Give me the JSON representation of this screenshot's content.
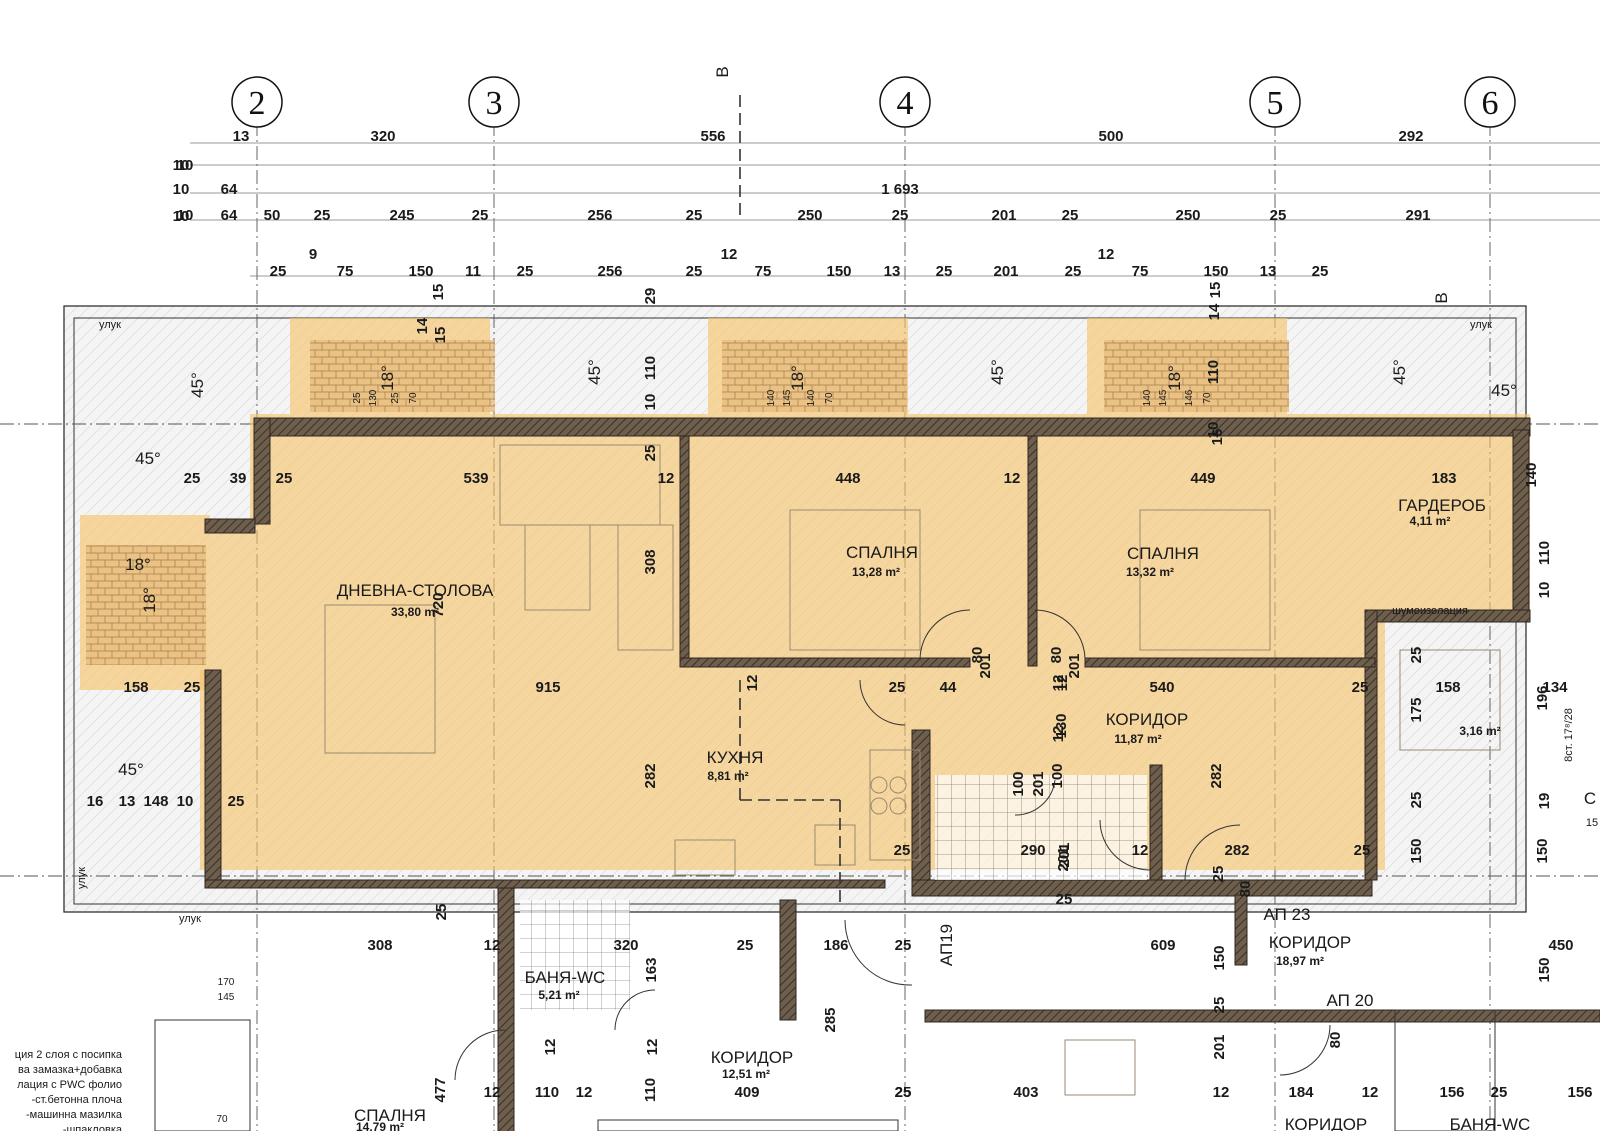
{
  "colors": {
    "highlight": "#f6c46b",
    "wall": "#5c5044",
    "tile": "#e6b878",
    "line": "#444444"
  },
  "axes": [
    "2",
    "3",
    "4",
    "5",
    "6"
  ],
  "section_marks": [
    "B",
    "B"
  ],
  "dims_row1": [
    "13",
    "320",
    "556",
    "500",
    "292"
  ],
  "dims_row2": [
    "10",
    "64",
    "1 693"
  ],
  "dims_row3": [
    "10",
    "64",
    "50",
    "25",
    "245",
    "25",
    "256",
    "25",
    "250",
    "25",
    "201",
    "25",
    "250",
    "25",
    "291"
  ],
  "dims_row4": [
    "25",
    "9",
    "75",
    "150",
    "11",
    "25",
    "256",
    "25",
    "12",
    "75",
    "150",
    "13",
    "25",
    "201",
    "25",
    "12",
    "75",
    "150",
    "13",
    "25"
  ],
  "dims_left": [
    "10",
    "10",
    "10"
  ],
  "vertical_dims": [
    "15",
    "14",
    "15",
    "29",
    "14",
    "15",
    "110",
    "10",
    "110",
    "10",
    "25",
    "308",
    "720",
    "12",
    "12",
    "130",
    "282",
    "282",
    "196",
    "175",
    "25",
    "150",
    "150",
    "25",
    "19",
    "150",
    "25",
    "150",
    "25",
    "25",
    "163",
    "285",
    "110",
    "477",
    "12",
    "12",
    "12",
    "12",
    "201",
    "201",
    "201",
    "201",
    "80",
    "80",
    "80",
    "80",
    "100",
    "100",
    "201",
    "201",
    "140",
    "110",
    "10",
    "16",
    "25",
    "130",
    "25",
    "70",
    "140",
    "145",
    "140",
    "70",
    "140",
    "145",
    "146",
    "70",
    "140",
    "145",
    "140"
  ],
  "slopes": [
    "45°",
    "18°",
    "45°",
    "18°",
    "45°",
    "18°",
    "45°",
    "45°",
    "45°",
    "45°",
    "18°",
    "18°"
  ],
  "labels_ulk": [
    "улук",
    "улук",
    "улук",
    "улук"
  ],
  "rooms": [
    {
      "name": "ДНЕВНА-СТОЛОВА",
      "area": "33,80 m²"
    },
    {
      "name": "СПАЛНЯ",
      "area": "13,28 m²"
    },
    {
      "name": "СПАЛНЯ",
      "area": "13,32 m²"
    },
    {
      "name": "ГАРДЕРОБ",
      "area": "4,11 m²"
    },
    {
      "name": "КУХНЯ",
      "area": "8,81 m²"
    },
    {
      "name": "КОРИДОР",
      "area": "11,87 m²"
    },
    {
      "name": "",
      "area": "3,16 m²"
    },
    {
      "name": "БАНЯ-WC",
      "area": "5,21 m²"
    },
    {
      "name": "КОРИДОР",
      "area": "12,51 m²"
    },
    {
      "name": "КОРИДОР",
      "area": "18,97 m²"
    },
    {
      "name": "СПАЛНЯ",
      "area": "14,79 m²"
    },
    {
      "name": "КОРИДОР",
      "area": ""
    },
    {
      "name": "БАНЯ-WC",
      "area": ""
    }
  ],
  "interior_dims": [
    "25",
    "39",
    "25",
    "539",
    "12",
    "448",
    "12",
    "449",
    "183",
    "158",
    "25",
    "915",
    "25",
    "44",
    "540",
    "25",
    "158",
    "134",
    "16",
    "13",
    "148",
    "10",
    "25",
    "290",
    "12",
    "282",
    "25",
    "25",
    "308",
    "12",
    "320",
    "25",
    "186",
    "25",
    "25",
    "609",
    "450",
    "25",
    "12",
    "110",
    "12",
    "409",
    "25",
    "403",
    "12",
    "184",
    "12",
    "156",
    "25",
    "156"
  ],
  "labels": {
    "shumo": "шумоизолация",
    "ap23": "АП 23",
    "ap19": "АП19",
    "ap20": "АП 20",
    "stair": "8ст. 17⁸/28",
    "c": "С",
    "c15": "15",
    "size_170": "170",
    "size_145": "145",
    "size_70": "70"
  },
  "legend_lines": [
    "ция 2 слоя с посипка",
    "ва замазка+добавка",
    "лация с PWC фолио",
    "-ст.бетонна плоча",
    "-машинна мазилка",
    "-шпакловка"
  ]
}
